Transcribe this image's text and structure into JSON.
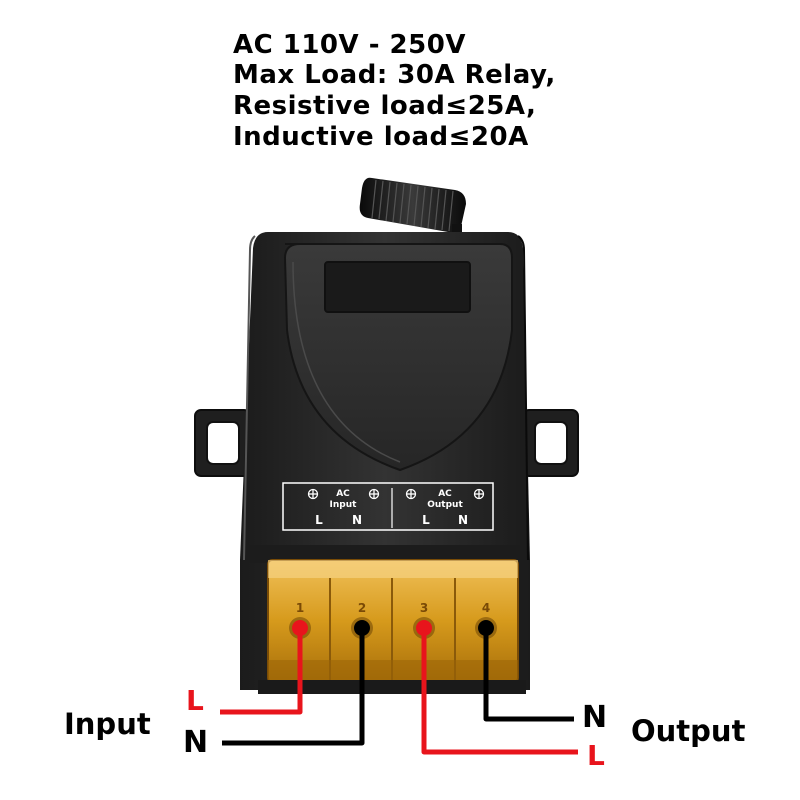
{
  "specs": {
    "line1": "AC 110V - 250V",
    "line2": "Max Load: 30A Relay,",
    "line3": "Resistive load≤25A,",
    "line4": "Inductive load≤20A"
  },
  "module_label": {
    "input_ac": "AC",
    "input_title": "Input",
    "input_l": "L",
    "input_n": "N",
    "output_ac": "AC",
    "output_title": "Output",
    "output_l": "L",
    "output_n": "N"
  },
  "terminals": [
    "1",
    "2",
    "3",
    "4"
  ],
  "wiring": {
    "input_label": "Input",
    "input_l": "L",
    "input_n": "N",
    "output_label": "Output",
    "output_n": "N",
    "output_l": "L"
  },
  "colors": {
    "live_wire": "#e8141c",
    "neutral_wire": "#000000",
    "housing": "#2a2a2a",
    "terminal_block": "#d69a1c"
  }
}
